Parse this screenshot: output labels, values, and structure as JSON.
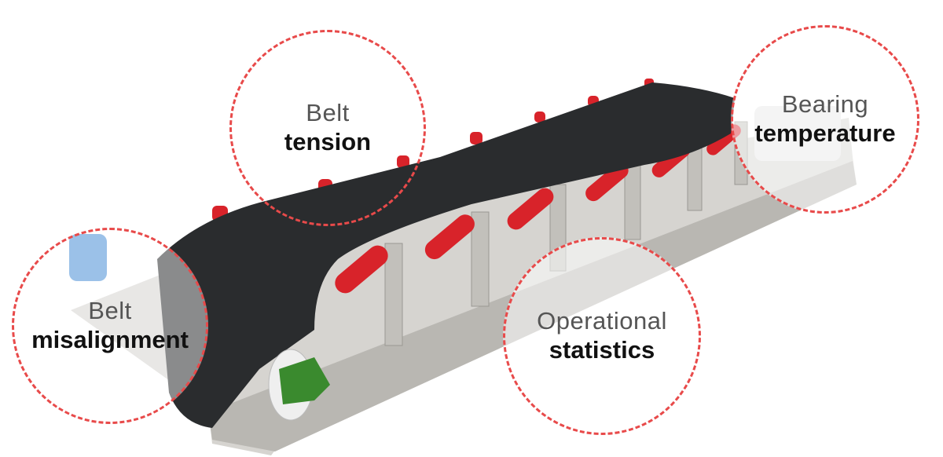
{
  "callouts": {
    "belt_tension": {
      "line1": "Belt",
      "line2": "tension"
    },
    "bearing_temperature": {
      "line1": "Bearing",
      "line2": "temperature"
    },
    "belt_misalignment": {
      "line1": "Belt",
      "line2": "misalignment"
    },
    "operational_statistics": {
      "line1": "Operational",
      "line2": "statistics"
    }
  },
  "colors": {
    "dashed_circle": "#e84a4a",
    "belt": "#2a2c2e",
    "roller": "#d8232a",
    "frame": "#c9c7c3",
    "motor": "#4a8fd6",
    "bearing_housing": "#3a8a2e"
  }
}
